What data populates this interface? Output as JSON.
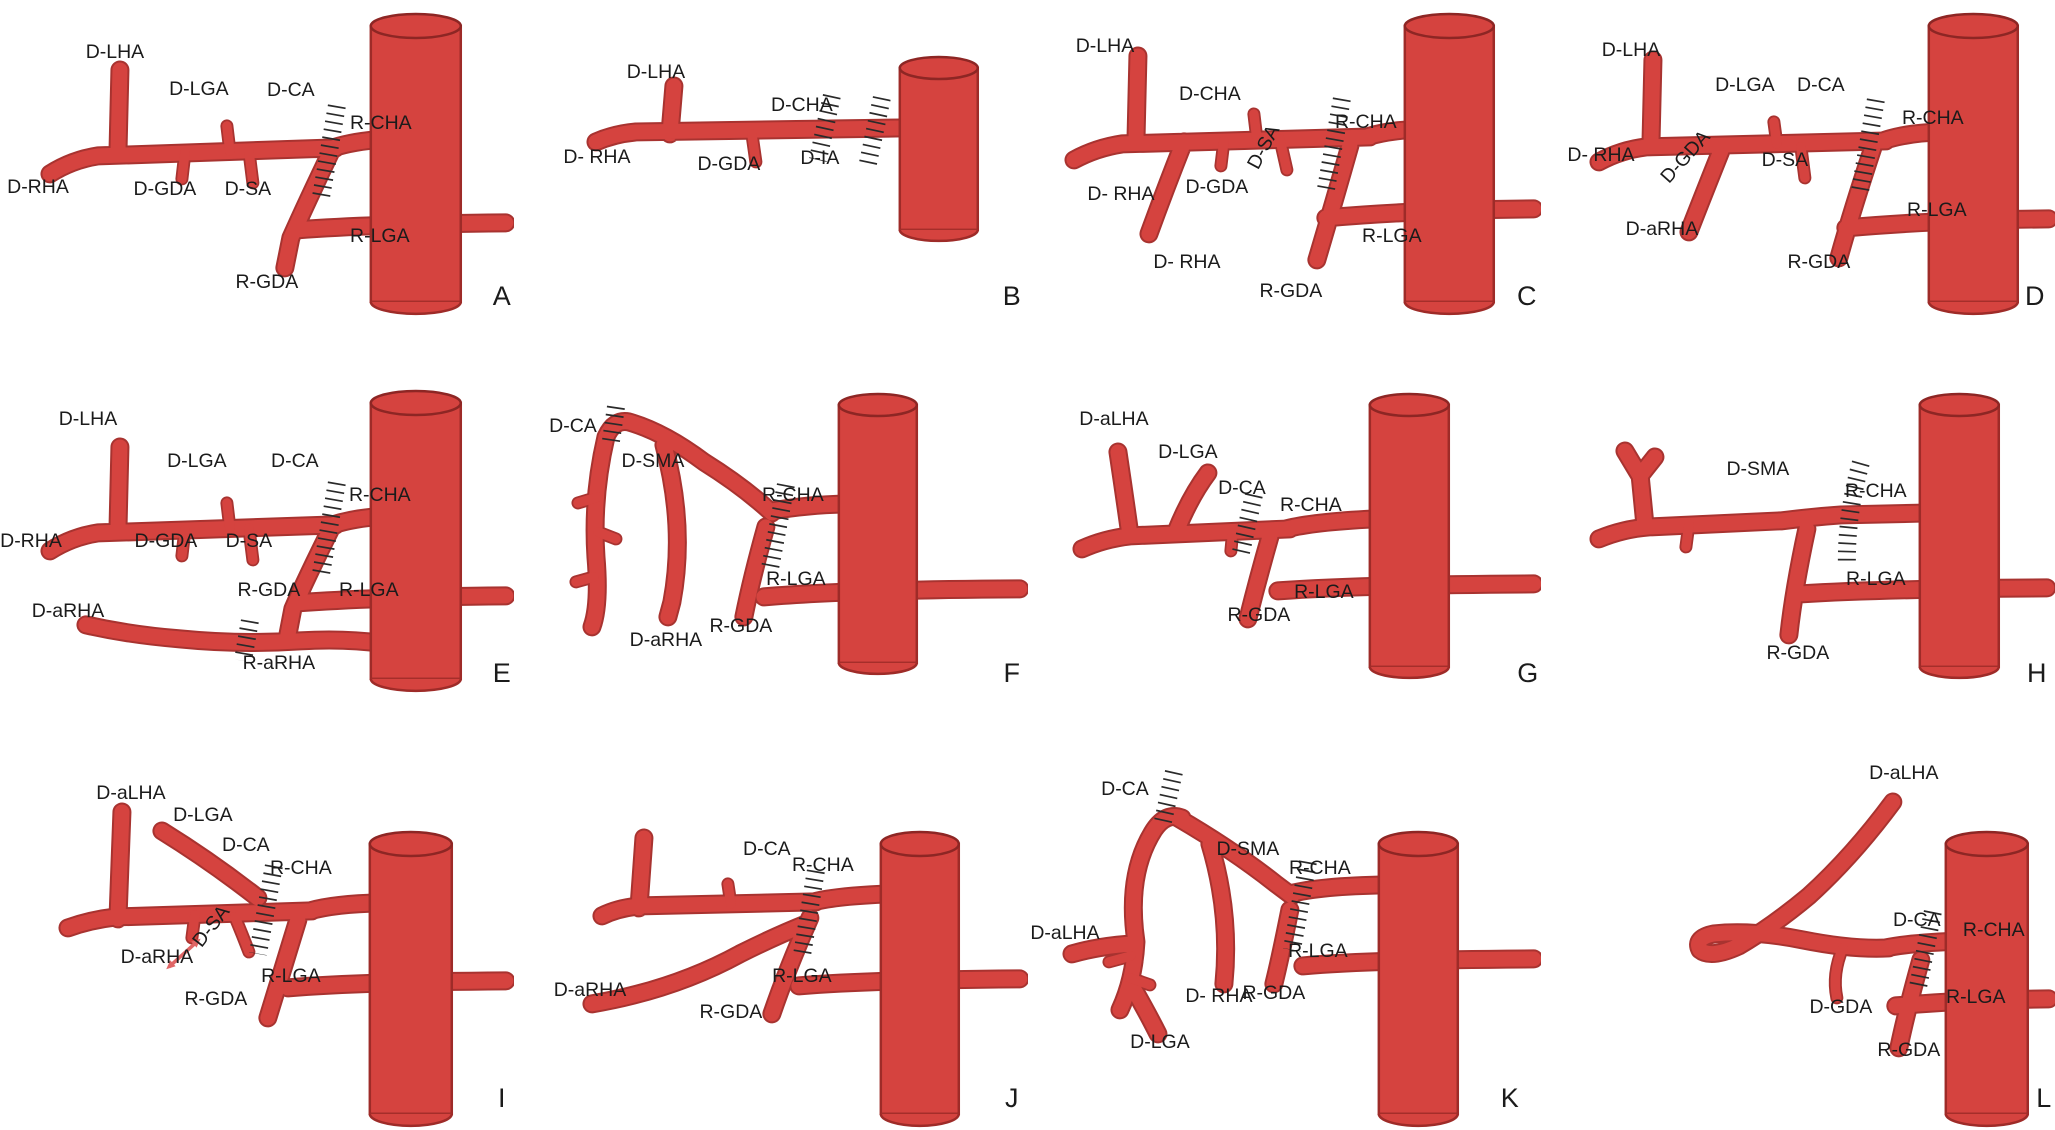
{
  "figure": {
    "background": "#ffffff",
    "colors": {
      "vessel": "#d5433f",
      "vessel_outline": "#a83330",
      "aorta_fill": "#d5433f",
      "aorta_stroke": "#9e2b28",
      "suture": "#2a2a2a",
      "label": "#1b1b1b",
      "arrow": "#e06565"
    }
  },
  "panels": [
    {
      "letter": "A",
      "labels": [
        "D-LHA",
        "D-LGA",
        "D-CA",
        "R-CHA",
        "D-RHA",
        "D-GDA",
        "D-SA",
        "R-LGA",
        "R-GDA"
      ]
    },
    {
      "letter": "B",
      "labels": [
        "D-LHA",
        "D-CHA",
        "D- RHA",
        "D-GDA",
        "D-IA"
      ]
    },
    {
      "letter": "C",
      "labels": [
        "D-LHA",
        "D-CHA",
        "D-SA",
        "R-CHA",
        "D- RHA",
        "D-GDA",
        "R-LGA",
        "D- RHA",
        "R-GDA"
      ]
    },
    {
      "letter": "D",
      "labels": [
        "D-LHA",
        "D-LGA",
        "D-CA",
        "R-CHA",
        "D- RHA",
        "D-GDA",
        "D-SA",
        "R-LGA",
        "D-aRHA",
        "R-GDA"
      ]
    },
    {
      "letter": "E",
      "labels": [
        "D-LHA",
        "D-LGA",
        "D-CA",
        "R-CHA",
        "D-RHA",
        "D-GDA",
        "D-SA",
        "R-GDA",
        "R-LGA",
        "D-aRHA",
        "R-aRHA"
      ]
    },
    {
      "letter": "F",
      "labels": [
        "D-CA",
        "D-SMA",
        "R-CHA",
        "R-LGA",
        "D-aRHA",
        "R-GDA"
      ]
    },
    {
      "letter": "G",
      "labels": [
        "D-aLHA",
        "D-LGA",
        "D-CA",
        "R-CHA",
        "R-GDA",
        "R-LGA"
      ]
    },
    {
      "letter": "H",
      "labels": [
        "D-SMA",
        "R-CHA",
        "R-LGA",
        "R-GDA"
      ]
    },
    {
      "letter": "I",
      "labels": [
        "D-aLHA",
        "D-LGA",
        "D-CA",
        "R-CHA",
        "D-SA",
        "D-aRHA",
        "R-LGA",
        "R-GDA"
      ]
    },
    {
      "letter": "J",
      "labels": [
        "D-CA",
        "R-CHA",
        "D-aRHA",
        "R-GDA",
        "R-LGA"
      ]
    },
    {
      "letter": "K",
      "labels": [
        "D-CA",
        "D-SMA",
        "R-CHA",
        "D-aLHA",
        "R-LGA",
        "D- RHA",
        "R-GDA",
        "D-LGA"
      ]
    },
    {
      "letter": "L",
      "labels": [
        "D-aLHA",
        "D-CA",
        "R-CHA",
        "D-GDA",
        "R-LGA",
        "R-GDA"
      ]
    }
  ]
}
